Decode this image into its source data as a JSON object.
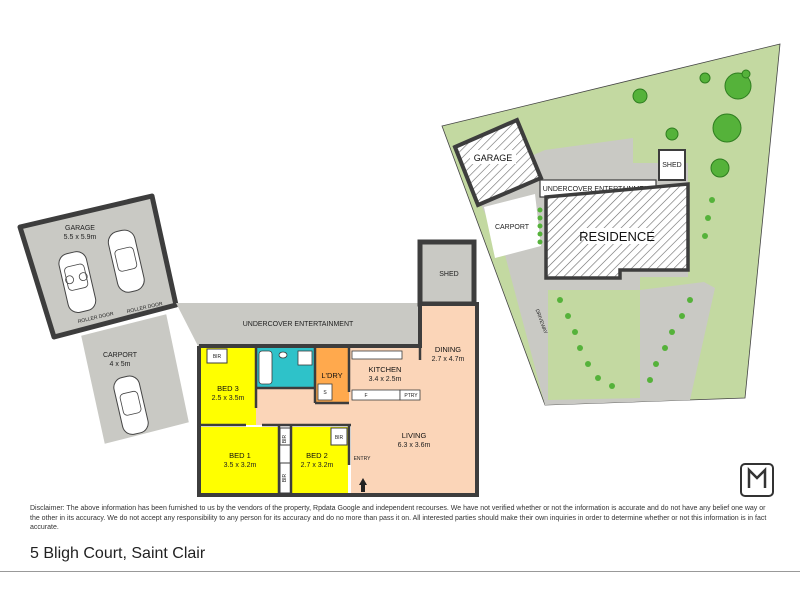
{
  "rooms": {
    "garage": {
      "name": "GARAGE",
      "dims": "5.5 x 5.9m"
    },
    "roller_door_1": "ROLLER DOOR",
    "roller_door_2": "ROLLER DOOR",
    "carport": {
      "name": "CARPORT",
      "dims": "4 x 5m"
    },
    "shed": "SHED",
    "undercover": "UNDERCOVER ENTERTAINMENT",
    "bed3": {
      "name": "BED 3",
      "dims": "2.5 x 3.5m"
    },
    "bed1": {
      "name": "BED 1",
      "dims": "3.5 x 3.2m"
    },
    "bed2": {
      "name": "BED 2",
      "dims": "2.7 x 3.2m"
    },
    "bir": "BIR",
    "ldry": "L'DRY",
    "kitchen": {
      "name": "KITCHEN",
      "dims": "3.4 x 2.5m"
    },
    "dining": {
      "name": "DINING",
      "dims": "2.7 x 4.7m"
    },
    "living": {
      "name": "LIVING",
      "dims": "6.3 x 3.6m"
    },
    "entry": "ENTRY",
    "ptry": "PTRY",
    "fridge": "F",
    "shower": "S"
  },
  "site": {
    "garage": "GARAGE",
    "shed": "SHED",
    "undercover": "UNDERCOVER ENTERTAINMENT",
    "carport": "CARPORT",
    "residence": "RESIDENCE",
    "driveway": "DRIVEWAY"
  },
  "disclaimer": "Disclaimer: The above information has been furnished to us by the vendors of the property, Rpdata Google and independent recourses. We have not verified whether or not the information is accurate and do not have any belief one way or the other in its accuracy. We do not accept any responsibility to any person for its accuracy and do no more than pass it on. All interested parties should make their own inquiries in order to determine whether or not this information is in fact accurate.",
  "address": "5 Bligh Court, Saint Clair",
  "colors": {
    "wall": "#3d3d3d",
    "outdoor": "#c9c9c4",
    "bedroom": "#ffff00",
    "living": "#fbd5b8",
    "laundry": "#ffa94d",
    "bathroom": "#2ec2c9",
    "lawn": "#c3d9a1",
    "tree": "#55b23a"
  }
}
